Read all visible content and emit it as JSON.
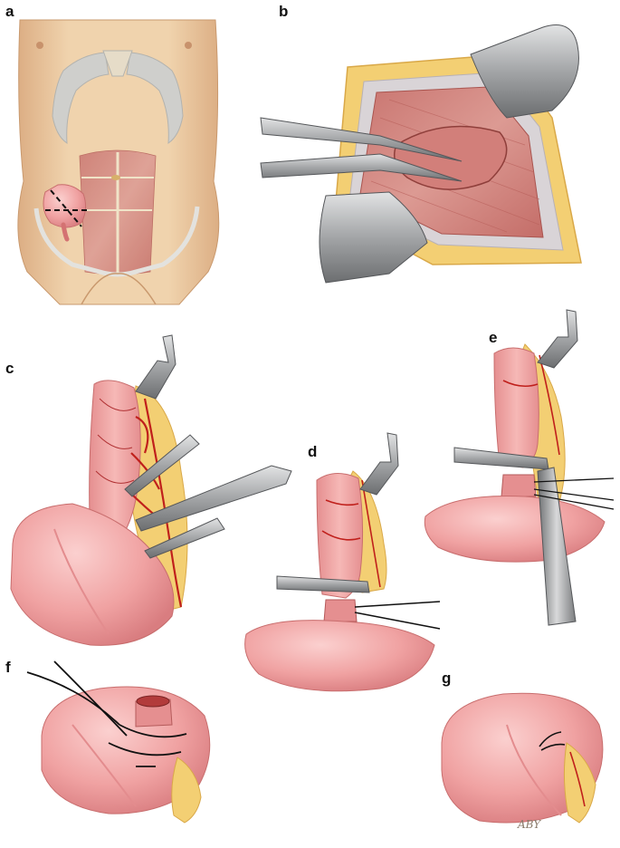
{
  "panels": {
    "a": {
      "label": "a"
    },
    "b": {
      "label": "b"
    },
    "c": {
      "label": "c"
    },
    "d": {
      "label": "d"
    },
    "e": {
      "label": "e"
    },
    "f": {
      "label": "f"
    },
    "g": {
      "label": "g"
    }
  },
  "signature": "ABY",
  "colors": {
    "skin": "#efd0aa",
    "skin_shade": "#ddb288",
    "muscle": "#d48b86",
    "bowel": "#f0a4a4",
    "bowel_shade": "#e3888a",
    "fat": "#f4cf74",
    "vessel": "#c0201c",
    "steel": "#a9aaab",
    "steel_dark": "#6e7072",
    "bone": "#c8c8c4"
  }
}
